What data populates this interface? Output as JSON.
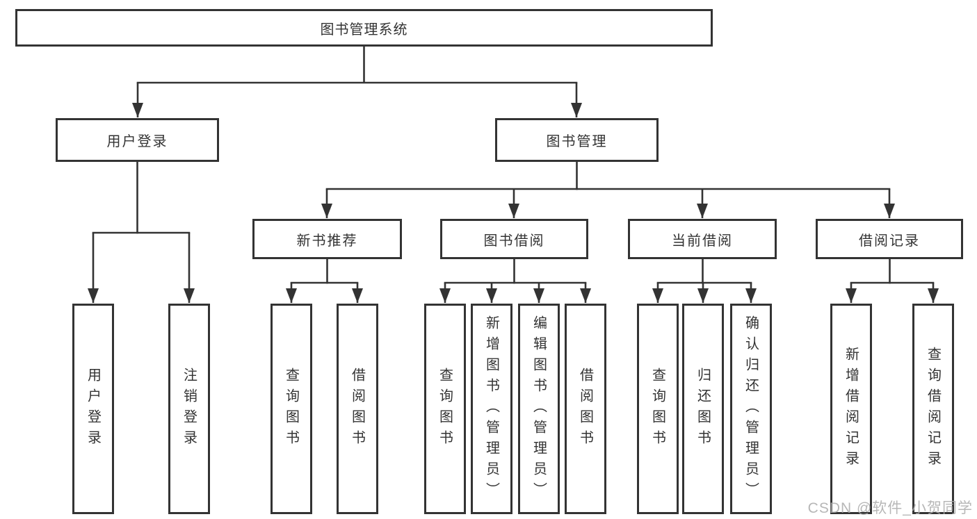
{
  "diagram": {
    "title": "图书管理系统",
    "branches": [
      {
        "label": "用户登录",
        "children": [
          {
            "label": "用户登录"
          },
          {
            "label": "注销登录"
          }
        ]
      },
      {
        "label": "图书管理",
        "children": [
          {
            "label": "新书推荐",
            "children": [
              {
                "label": "查询图书"
              },
              {
                "label": "借阅图书"
              }
            ]
          },
          {
            "label": "图书借阅",
            "children": [
              {
                "label": "查询图书"
              },
              {
                "label": "新增图书（管理员）"
              },
              {
                "label": "编辑图书（管理员）"
              },
              {
                "label": "借阅图书"
              }
            ]
          },
          {
            "label": "当前借阅",
            "children": [
              {
                "label": "查询图书"
              },
              {
                "label": "归还图书"
              },
              {
                "label": "确认归还（管理员）"
              }
            ]
          },
          {
            "label": "借阅记录",
            "children": [
              {
                "label": "新增借阅记录"
              },
              {
                "label": "查询借阅记录"
              }
            ]
          }
        ]
      }
    ]
  },
  "watermark": {
    "text": "CSDN @软件_小贺同学"
  },
  "colors": {
    "line": "#333333",
    "text": "#333333",
    "background": "#ffffff",
    "watermark": "#ababab"
  }
}
